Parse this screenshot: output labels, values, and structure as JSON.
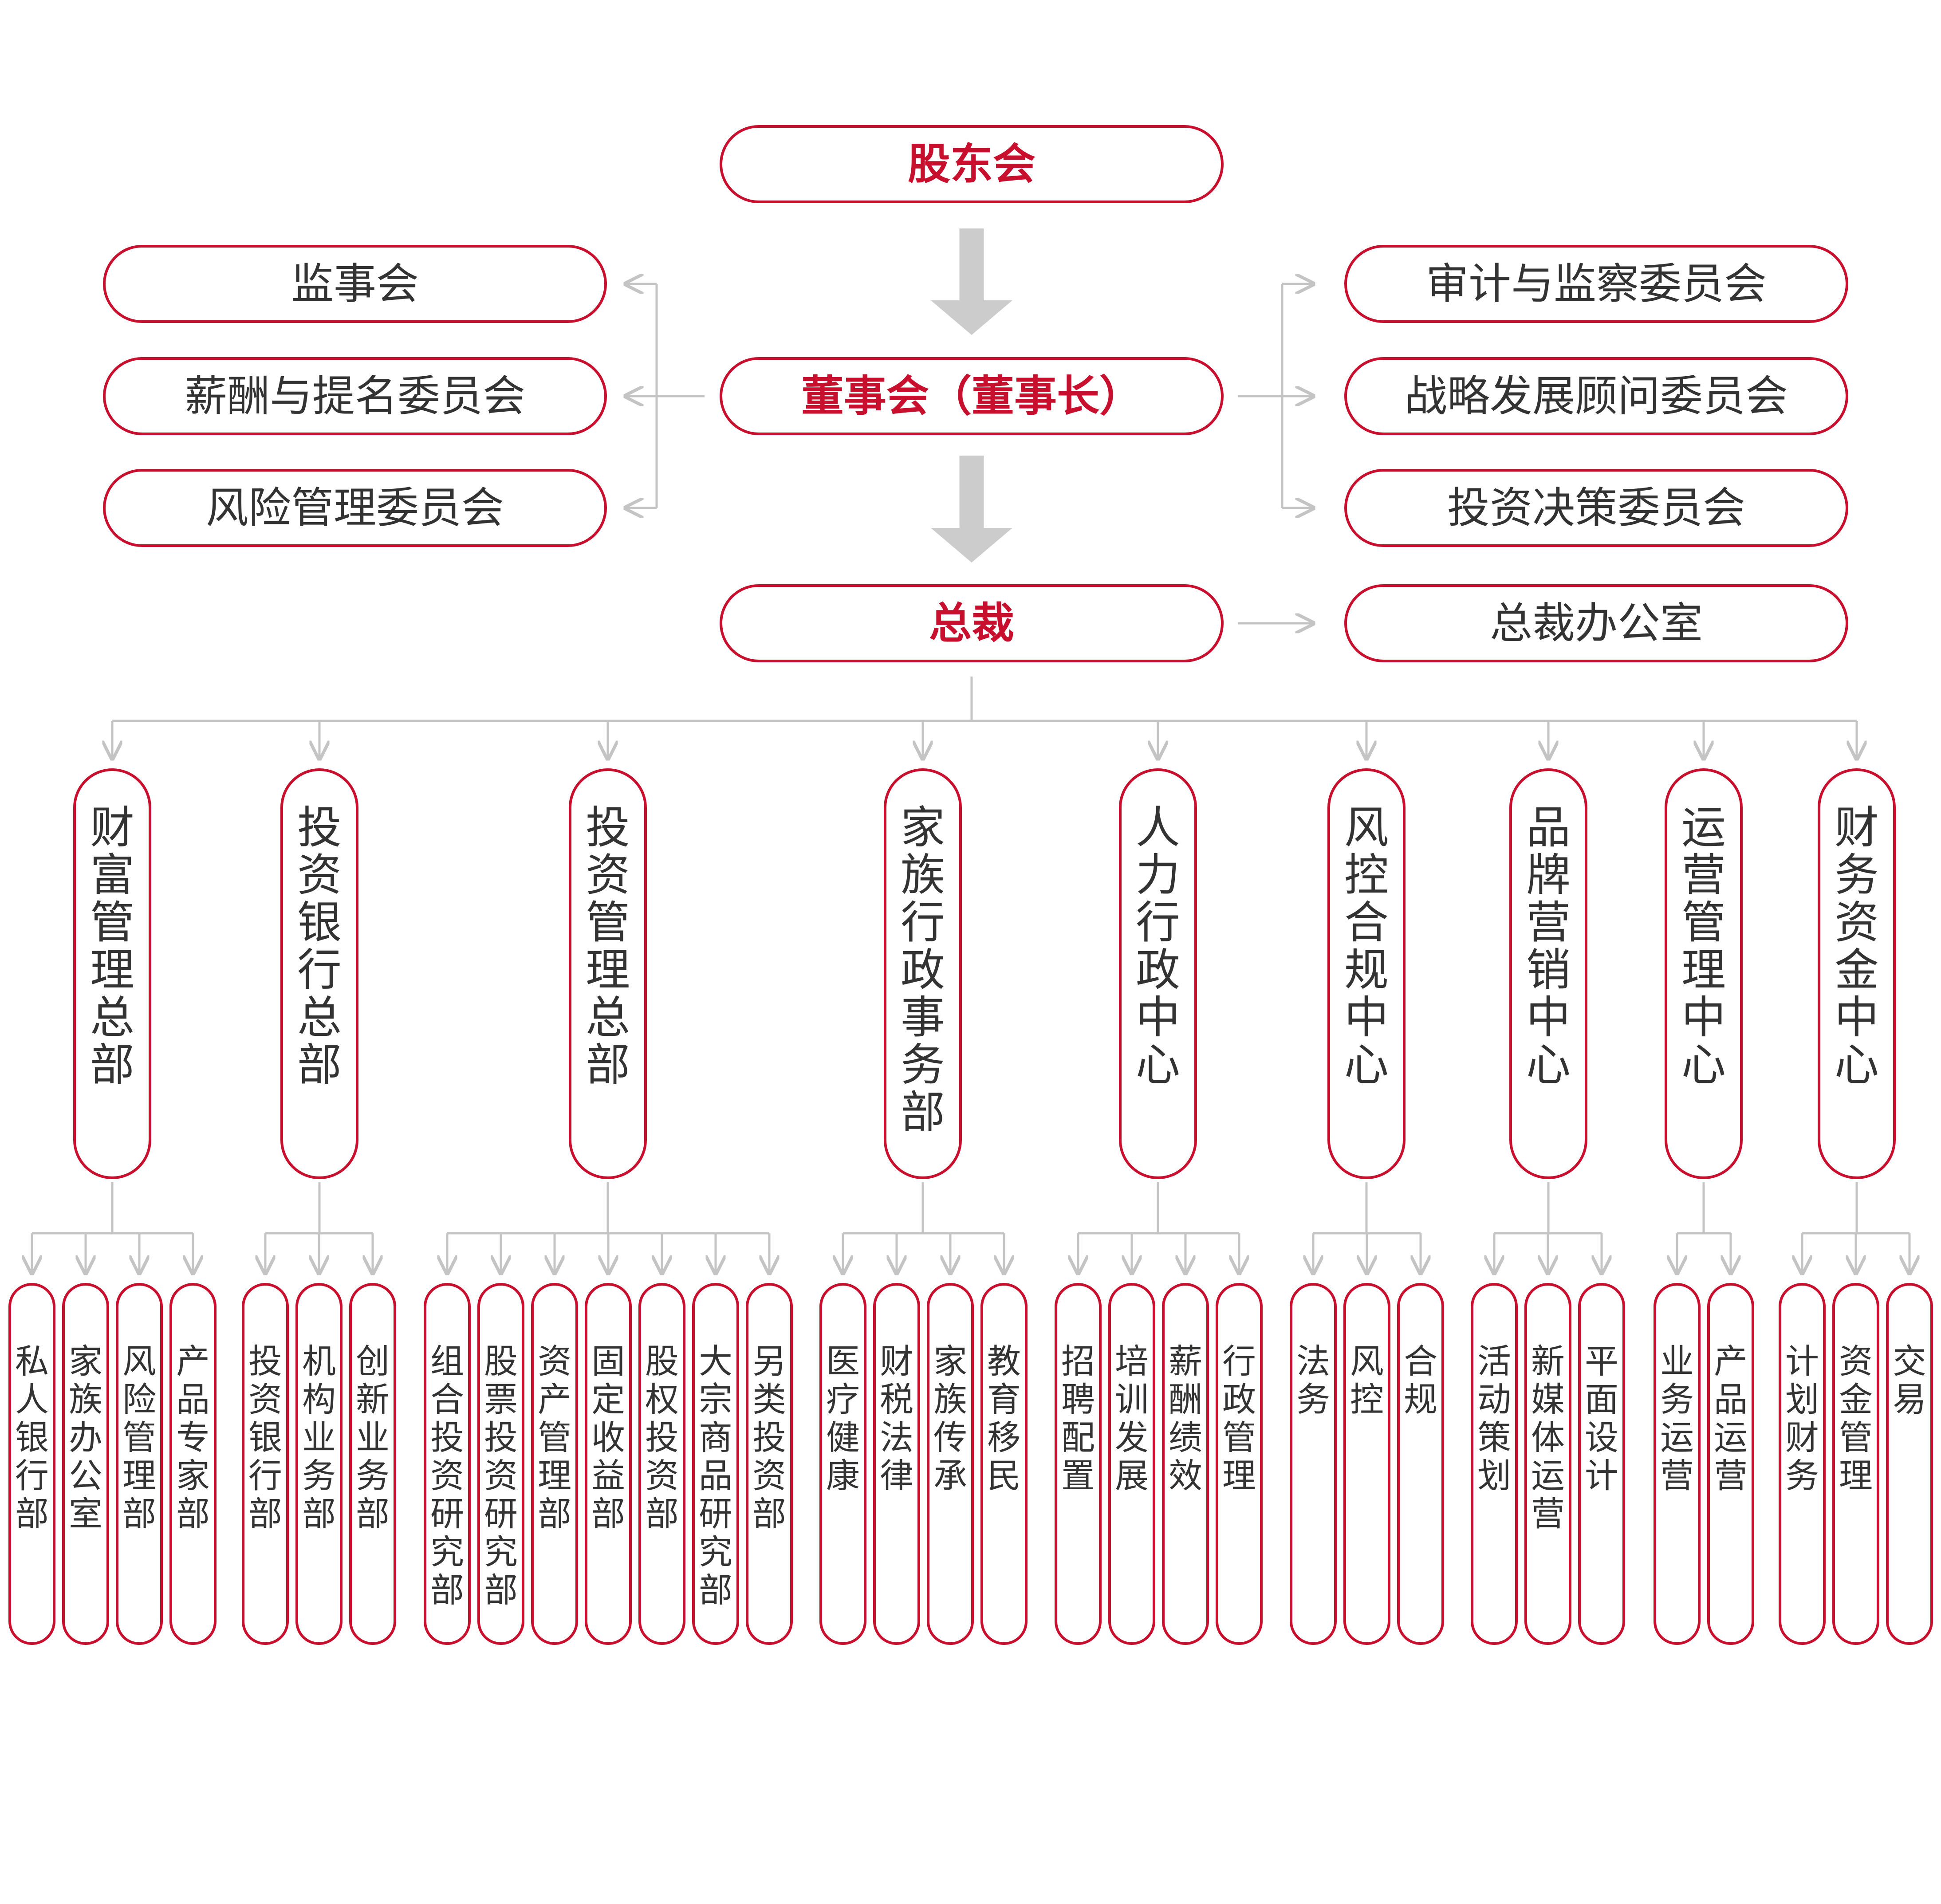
{
  "colors": {
    "accent": "#c8102e",
    "border": "#c8102e",
    "text": "#333333",
    "connector": "#c4c4c4",
    "arrow": "#cccccc"
  },
  "top": {
    "shareholders": "股东会",
    "board": "董事会（董事长）",
    "president": "总裁"
  },
  "left_committees": [
    "监事会",
    "薪酬与提名委员会",
    "风险管理委员会"
  ],
  "right_committees": [
    "审计与监察委员会",
    "战略发展顾问委员会",
    "投资决策委员会"
  ],
  "president_office": "总裁办公室",
  "divisions": [
    {
      "name": "财富管理总部",
      "units": [
        "私人银行部",
        "家族办公室",
        "风险管理部",
        "产品专家部"
      ]
    },
    {
      "name": "投资银行总部",
      "units": [
        "投资银行部",
        "机构业务部",
        "创新业务部"
      ]
    },
    {
      "name": "投资管理总部",
      "units": [
        "组合投资研究部",
        "股票投资研究部",
        "资产管理部",
        "固定收益部",
        "股权投资部",
        "大宗商品研究部",
        "另类投资部"
      ]
    },
    {
      "name": "家族行政事务部",
      "units": [
        "医疗健康",
        "财税法律",
        "家族传承",
        "教育移民"
      ]
    },
    {
      "name": "人力行政中心",
      "units": [
        "招聘配置",
        "培训发展",
        "薪酬绩效",
        "行政管理"
      ]
    },
    {
      "name": "风控合规中心",
      "units": [
        "法务",
        "风控",
        "合规"
      ]
    },
    {
      "name": "品牌营销中心",
      "units": [
        "活动策划",
        "新媒体运营",
        "平面设计"
      ]
    },
    {
      "name": "运营管理中心",
      "units": [
        "业务运营",
        "产品运营"
      ]
    },
    {
      "name": "财务资金中心",
      "units": [
        "计划财务",
        "资金管理",
        "交易"
      ]
    }
  ]
}
